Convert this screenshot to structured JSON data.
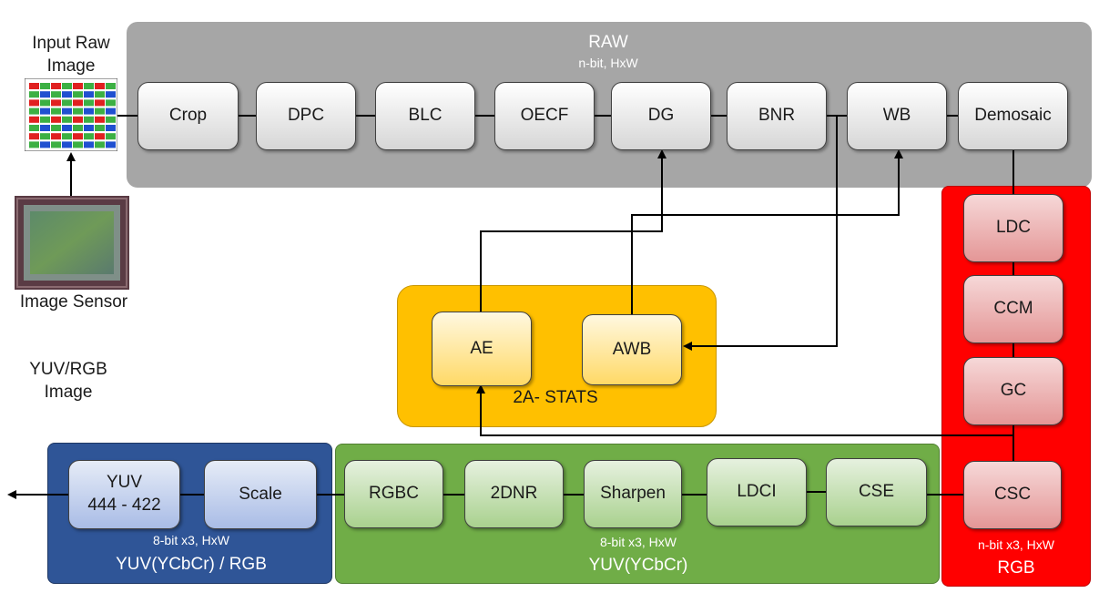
{
  "input": {
    "title": "Input Raw\nImage",
    "sensor_label": "Image Sensor"
  },
  "side_label": "YUV/RGB\nImage",
  "raw": {
    "title": "RAW",
    "format": "n-bit, HxW",
    "blocks": [
      "Crop",
      "DPC",
      "BLC",
      "OECF",
      "DG",
      "BNR",
      "WB",
      "Demosaic"
    ]
  },
  "rgb": {
    "title": "RGB",
    "format": "n-bit x3, HxW",
    "blocks": [
      "LDC",
      "CCM",
      "GC",
      "CSC"
    ]
  },
  "stats": {
    "title": "2A- STATS",
    "blocks": [
      "AE",
      "AWB"
    ]
  },
  "yuv": {
    "title": "YUV(YCbCr)",
    "format": "8-bit x3, HxW",
    "blocks": [
      "RGBC",
      "2DNR",
      "Sharpen",
      "LDCI",
      "CSE"
    ]
  },
  "output": {
    "title": "YUV(YCbCr) / RGB",
    "format": "8-bit x3, HxW",
    "blocks": [
      "YUV\n444 - 422",
      "Scale"
    ]
  },
  "colors": {
    "raw_region": "#a6a6a6",
    "rgb_region": "#ff0000",
    "stats_region": "#ffc000",
    "yuv_region": "#70ad47",
    "output_region": "#2f5597"
  }
}
